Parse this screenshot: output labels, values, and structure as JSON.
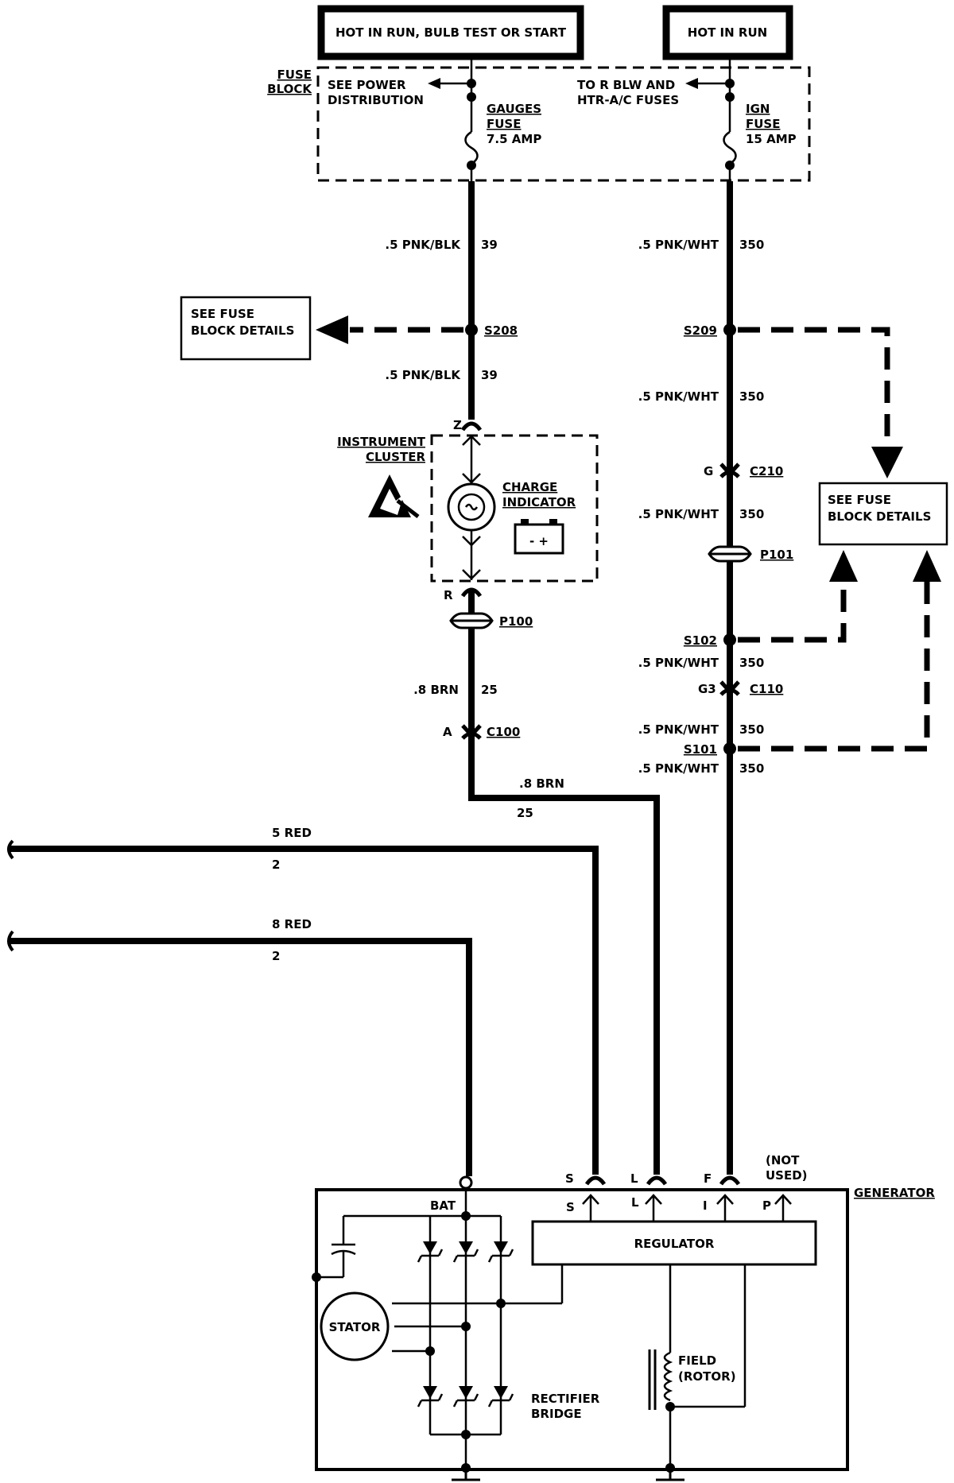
{
  "power": {
    "left_label": "HOT IN RUN, BULB TEST OR START",
    "right_label": "HOT IN RUN"
  },
  "fuse_block": {
    "label_1": "FUSE",
    "label_2": "BLOCK",
    "see_power_1": "SEE POWER",
    "see_power_2": "DISTRIBUTION",
    "to_r_blw_1": "TO R BLW AND",
    "to_r_blw_2": "HTR-A/C FUSES",
    "gauges_1": "GAUGES",
    "gauges_2": "FUSE",
    "gauges_3": "7.5 AMP",
    "ign_1": "IGN",
    "ign_2": "FUSE",
    "ign_3": "15 AMP"
  },
  "left_circuit": {
    "w1_name": ".5 PNK/BLK",
    "w1_num": "39",
    "splice": "S208",
    "see_fuse_1": "SEE FUSE",
    "see_fuse_2": "BLOCK DETAILS",
    "w2_name": ".5 PNK/BLK",
    "w2_num": "39",
    "pin_z": "Z",
    "instrument_1": "INSTRUMENT",
    "instrument_2": "CLUSTER",
    "charge_1": "CHARGE",
    "charge_2": "INDICATOR",
    "battery_sign": "- +",
    "pin_r": "R",
    "p100": "P100",
    "w3_name": ".8 BRN",
    "w3_num": "25",
    "pin_a": "A",
    "c100": "C100",
    "w4_name": ".8 BRN",
    "w4_num": "25"
  },
  "right_circuit": {
    "w1_name": ".5 PNK/WHT",
    "w1_num": "350",
    "s209": "S209",
    "w2_name": ".5 PNK/WHT",
    "w2_num": "350",
    "pin_g": "G",
    "c210": "C210",
    "w3_name": ".5 PNK/WHT",
    "w3_num": "350",
    "p101": "P101",
    "see_fuse_1": "SEE FUSE",
    "see_fuse_2": "BLOCK DETAILS",
    "s102": "S102",
    "w4_name": ".5 PNK/WHT",
    "w4_num": "350",
    "pin_g3": "G3",
    "c110": "C110",
    "w5_name": ".5 PNK/WHT",
    "w5_num": "350",
    "s101": "S101",
    "w6_name": ".5 PNK/WHT",
    "w6_num": "350"
  },
  "red_wires": {
    "w1_name": "5 RED",
    "w1_num": "2",
    "w2_name": "8 RED",
    "w2_num": "2"
  },
  "generator": {
    "label": "GENERATOR",
    "not_used_1": "(NOT",
    "not_used_2": "USED)",
    "pin_s_outer": "S",
    "pin_l_outer": "L",
    "pin_f_outer": "F",
    "pin_s_inner": "S",
    "pin_l_inner": "L",
    "pin_i_inner": "I",
    "pin_p_inner": "P",
    "bat": "BAT",
    "regulator": "REGULATOR",
    "stator": "STATOR",
    "field_1": "FIELD",
    "field_2": "(ROTOR)",
    "rectifier_1": "RECTIFIER",
    "rectifier_2": "BRIDGE"
  }
}
